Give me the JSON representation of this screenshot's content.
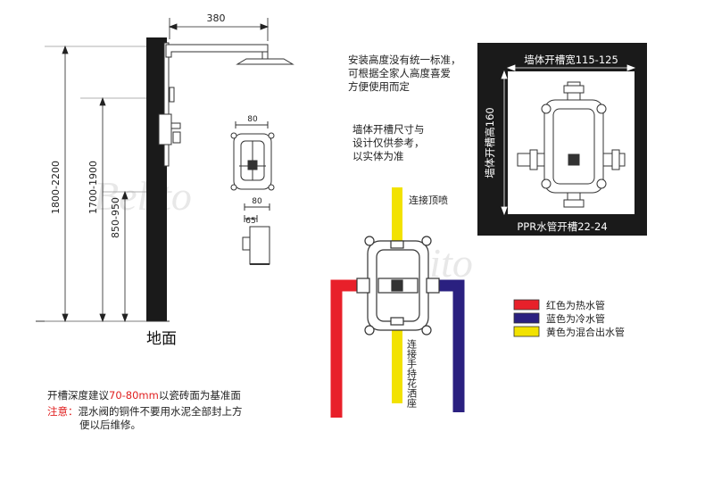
{
  "dimensions": {
    "arm_length": "380",
    "height_total": "1800-2200",
    "height_mixer": "1700-1900",
    "height_body": "850-950",
    "valve_width_top": "80",
    "valve_width_mid": "80",
    "valve_depth": "65"
  },
  "labels": {
    "ground": "地面",
    "wall_slot_width": "墙体开槽宽115-125",
    "wall_slot_height": "墙体开槽高160",
    "ppr_slot": "PPR水管开槽22-24",
    "connect_top": "连接顶喷",
    "connect_hand": "连接手持花洒座"
  },
  "notes": {
    "install_height": [
      "安装高度没有统一标准，",
      "可根据全家人高度喜爱",
      "方便使用而定"
    ],
    "reference": [
      "墙体开槽尺寸与",
      "设计仅供参考，",
      "以实体为准"
    ],
    "depth_prefix": "开槽深度建议",
    "depth_value": "70-80mm",
    "depth_suffix": "以瓷砖面为基准面",
    "caution_label": "注意：",
    "caution_lines": [
      "混水阀的铜件不要用水泥全部封上方",
      "便以后维修。"
    ]
  },
  "legend": [
    {
      "color": "#e8202a",
      "label": "红色为热水管"
    },
    {
      "color": "#2a2080",
      "label": "蓝色为冷水管"
    },
    {
      "color": "#f2e200",
      "label": "黄色为混合出水管"
    }
  ],
  "watermark": "Belito"
}
